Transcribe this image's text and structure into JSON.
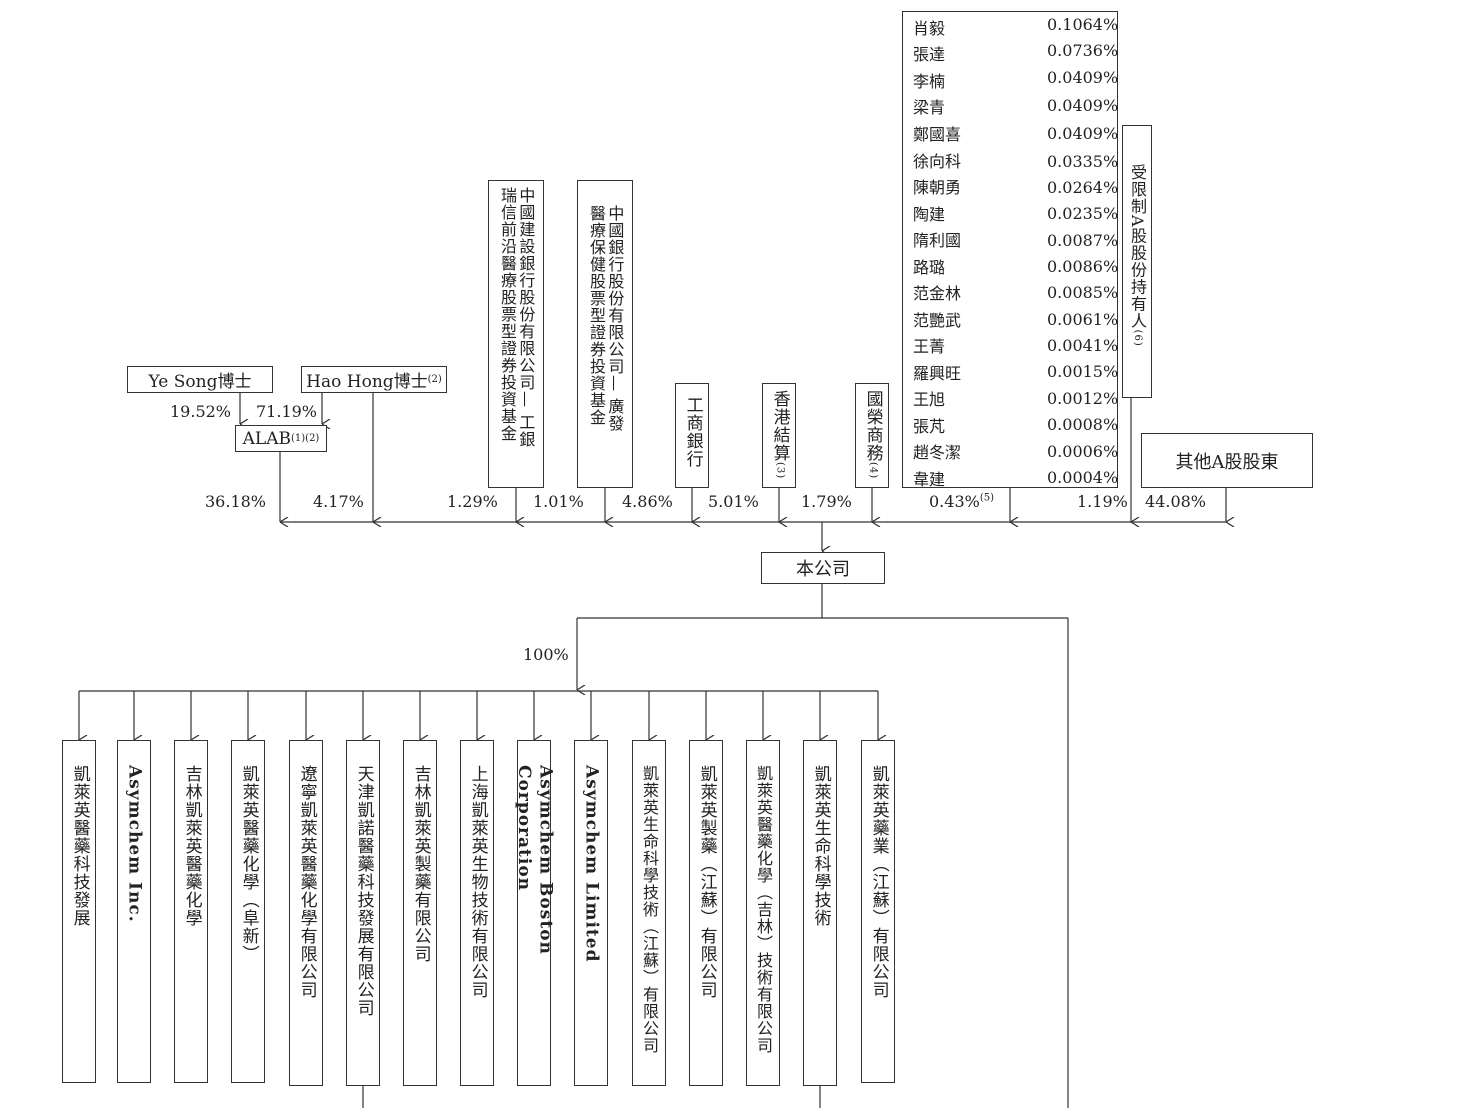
{
  "top_holders": {
    "ye_song": {
      "name": "Ye Song博士",
      "pct_to_alab": "19.52%"
    },
    "hao_hong": {
      "name": "Hao Hong博士",
      "note": "(2)",
      "pct_to_alab": "71.19%"
    },
    "alab": {
      "name": "ALAB",
      "note": "(1)(2)",
      "pct": "36.18%"
    },
    "hao_hong_direct_pct": "4.17%",
    "ccb_fund": {
      "line1": "中國建設銀行股份有限公司— 工銀",
      "line2": "瑞信前沿醫療股票型證券投資基金",
      "pct": "1.29%"
    },
    "boc_fund": {
      "line1": "中國銀行股份有限公司— 廣發",
      "line2": "醫療保健股票型證券投資基金",
      "pct": "1.01%"
    },
    "icbc": {
      "name": "工商銀行",
      "pct": "4.86%"
    },
    "hkscc": {
      "name": "香港結算",
      "note": "(3)",
      "pct": "5.01%"
    },
    "guozheng": {
      "name": "國榮商務",
      "note": "(4)",
      "pct": "1.79%"
    },
    "individuals_pct": "0.43%",
    "individuals_note": "(5)",
    "restricted": {
      "name": "受限制A股股份持有人",
      "note": "(6)",
      "pct": "1.19%"
    },
    "other_a": {
      "name": "其他A股股東",
      "pct": "44.08%"
    }
  },
  "individuals": [
    {
      "name": "肖毅",
      "pct": "0.1064%"
    },
    {
      "name": "張達",
      "pct": "0.0736%"
    },
    {
      "name": "李楠",
      "pct": "0.0409%"
    },
    {
      "name": "梁青",
      "pct": "0.0409%"
    },
    {
      "name": "鄭國喜",
      "pct": "0.0409%"
    },
    {
      "name": "徐向科",
      "pct": "0.0335%"
    },
    {
      "name": "陳朝勇",
      "pct": "0.0264%"
    },
    {
      "name": "陶建",
      "pct": "0.0235%"
    },
    {
      "name": "隋利國",
      "pct": "0.0087%"
    },
    {
      "name": "路璐",
      "pct": "0.0086%"
    },
    {
      "name": "范金林",
      "pct": "0.0085%"
    },
    {
      "name": "范艷武",
      "pct": "0.0061%"
    },
    {
      "name": "王菁",
      "pct": "0.0041%"
    },
    {
      "name": "羅興旺",
      "pct": "0.0015%"
    },
    {
      "name": "王旭",
      "pct": "0.0012%"
    },
    {
      "name": "張芃",
      "pct": "0.0008%"
    },
    {
      "name": "趙冬潔",
      "pct": "0.0006%"
    },
    {
      "name": "韋建",
      "pct": "0.0004%"
    }
  ],
  "company": {
    "name": "本公司",
    "sub_pct": "100%"
  },
  "subsidiaries": [
    "凱萊英醫藥科技發展",
    "Asymchem Inc.",
    "吉林凱萊英醫藥化學",
    "凱萊英醫藥化學（阜新）",
    "遼寧凱萊英醫藥化學有限公司",
    "天津凱諾醫藥科技發展有限公司",
    "吉林凱萊英製藥有限公司",
    "上海凱萊英生物技術有限公司",
    "Asymchem Boston Corporation",
    "Asymchem Limited",
    "凱萊英生命科學技術（江蘇）有限公司",
    "凱萊英製藥（江蘇）有限公司",
    "凱萊英醫藥化學（吉林）技術有限公司",
    "凱萊英生命科學技術",
    "凱萊英藥業（江蘇）有限公司"
  ]
}
